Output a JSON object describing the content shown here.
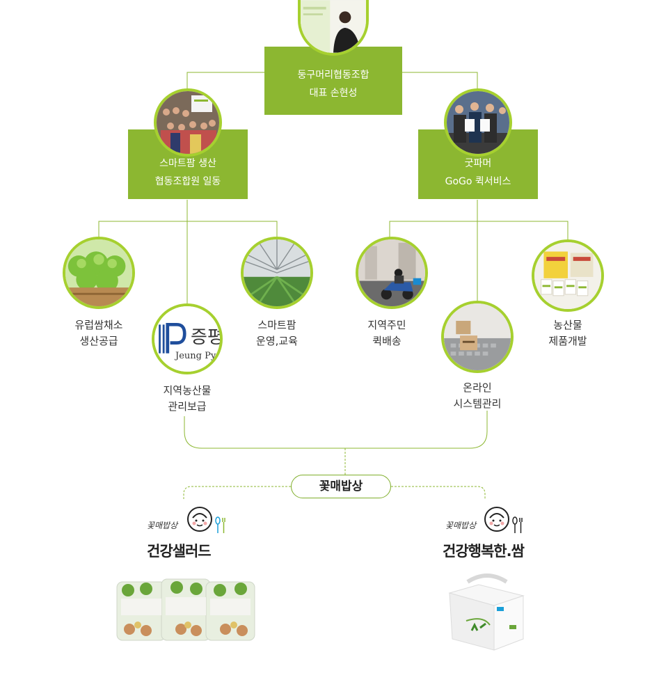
{
  "root": {
    "line1": "둥구머리협동조합",
    "line2": "대표 손현성"
  },
  "left_branch": {
    "line1": "스마트팜 생산",
    "line2": "협동조합원 일동"
  },
  "right_branch": {
    "line1": "굿파머",
    "line2": "GoGo 퀵서비스"
  },
  "leaves": {
    "lettuce": {
      "line1": "유럽쌈채소",
      "line2": "생산공급"
    },
    "local_products": {
      "line1": "지역농산물",
      "line2": "관리보급"
    },
    "smartfarm": {
      "line1": "스마트팜",
      "line2": "운영,교육"
    },
    "delivery": {
      "line1": "지역주민",
      "line2": "퀵배송"
    },
    "online": {
      "line1": "온라인",
      "line2": "시스템관리"
    },
    "products": {
      "line1": "농산물",
      "line2": "제품개발"
    }
  },
  "logo_text": {
    "korean": "증평",
    "english": "Jeung Py"
  },
  "brand_pill": "꽃매밥상",
  "brands": [
    {
      "small": "꽃매밥상",
      "big": "건강샐러드"
    },
    {
      "small": "꽃매밥상",
      "big": "건강행복한.쌈"
    }
  ],
  "colors": {
    "accent": "#8cb731",
    "ring": "#a6d02f",
    "line": "#7fae2a"
  }
}
